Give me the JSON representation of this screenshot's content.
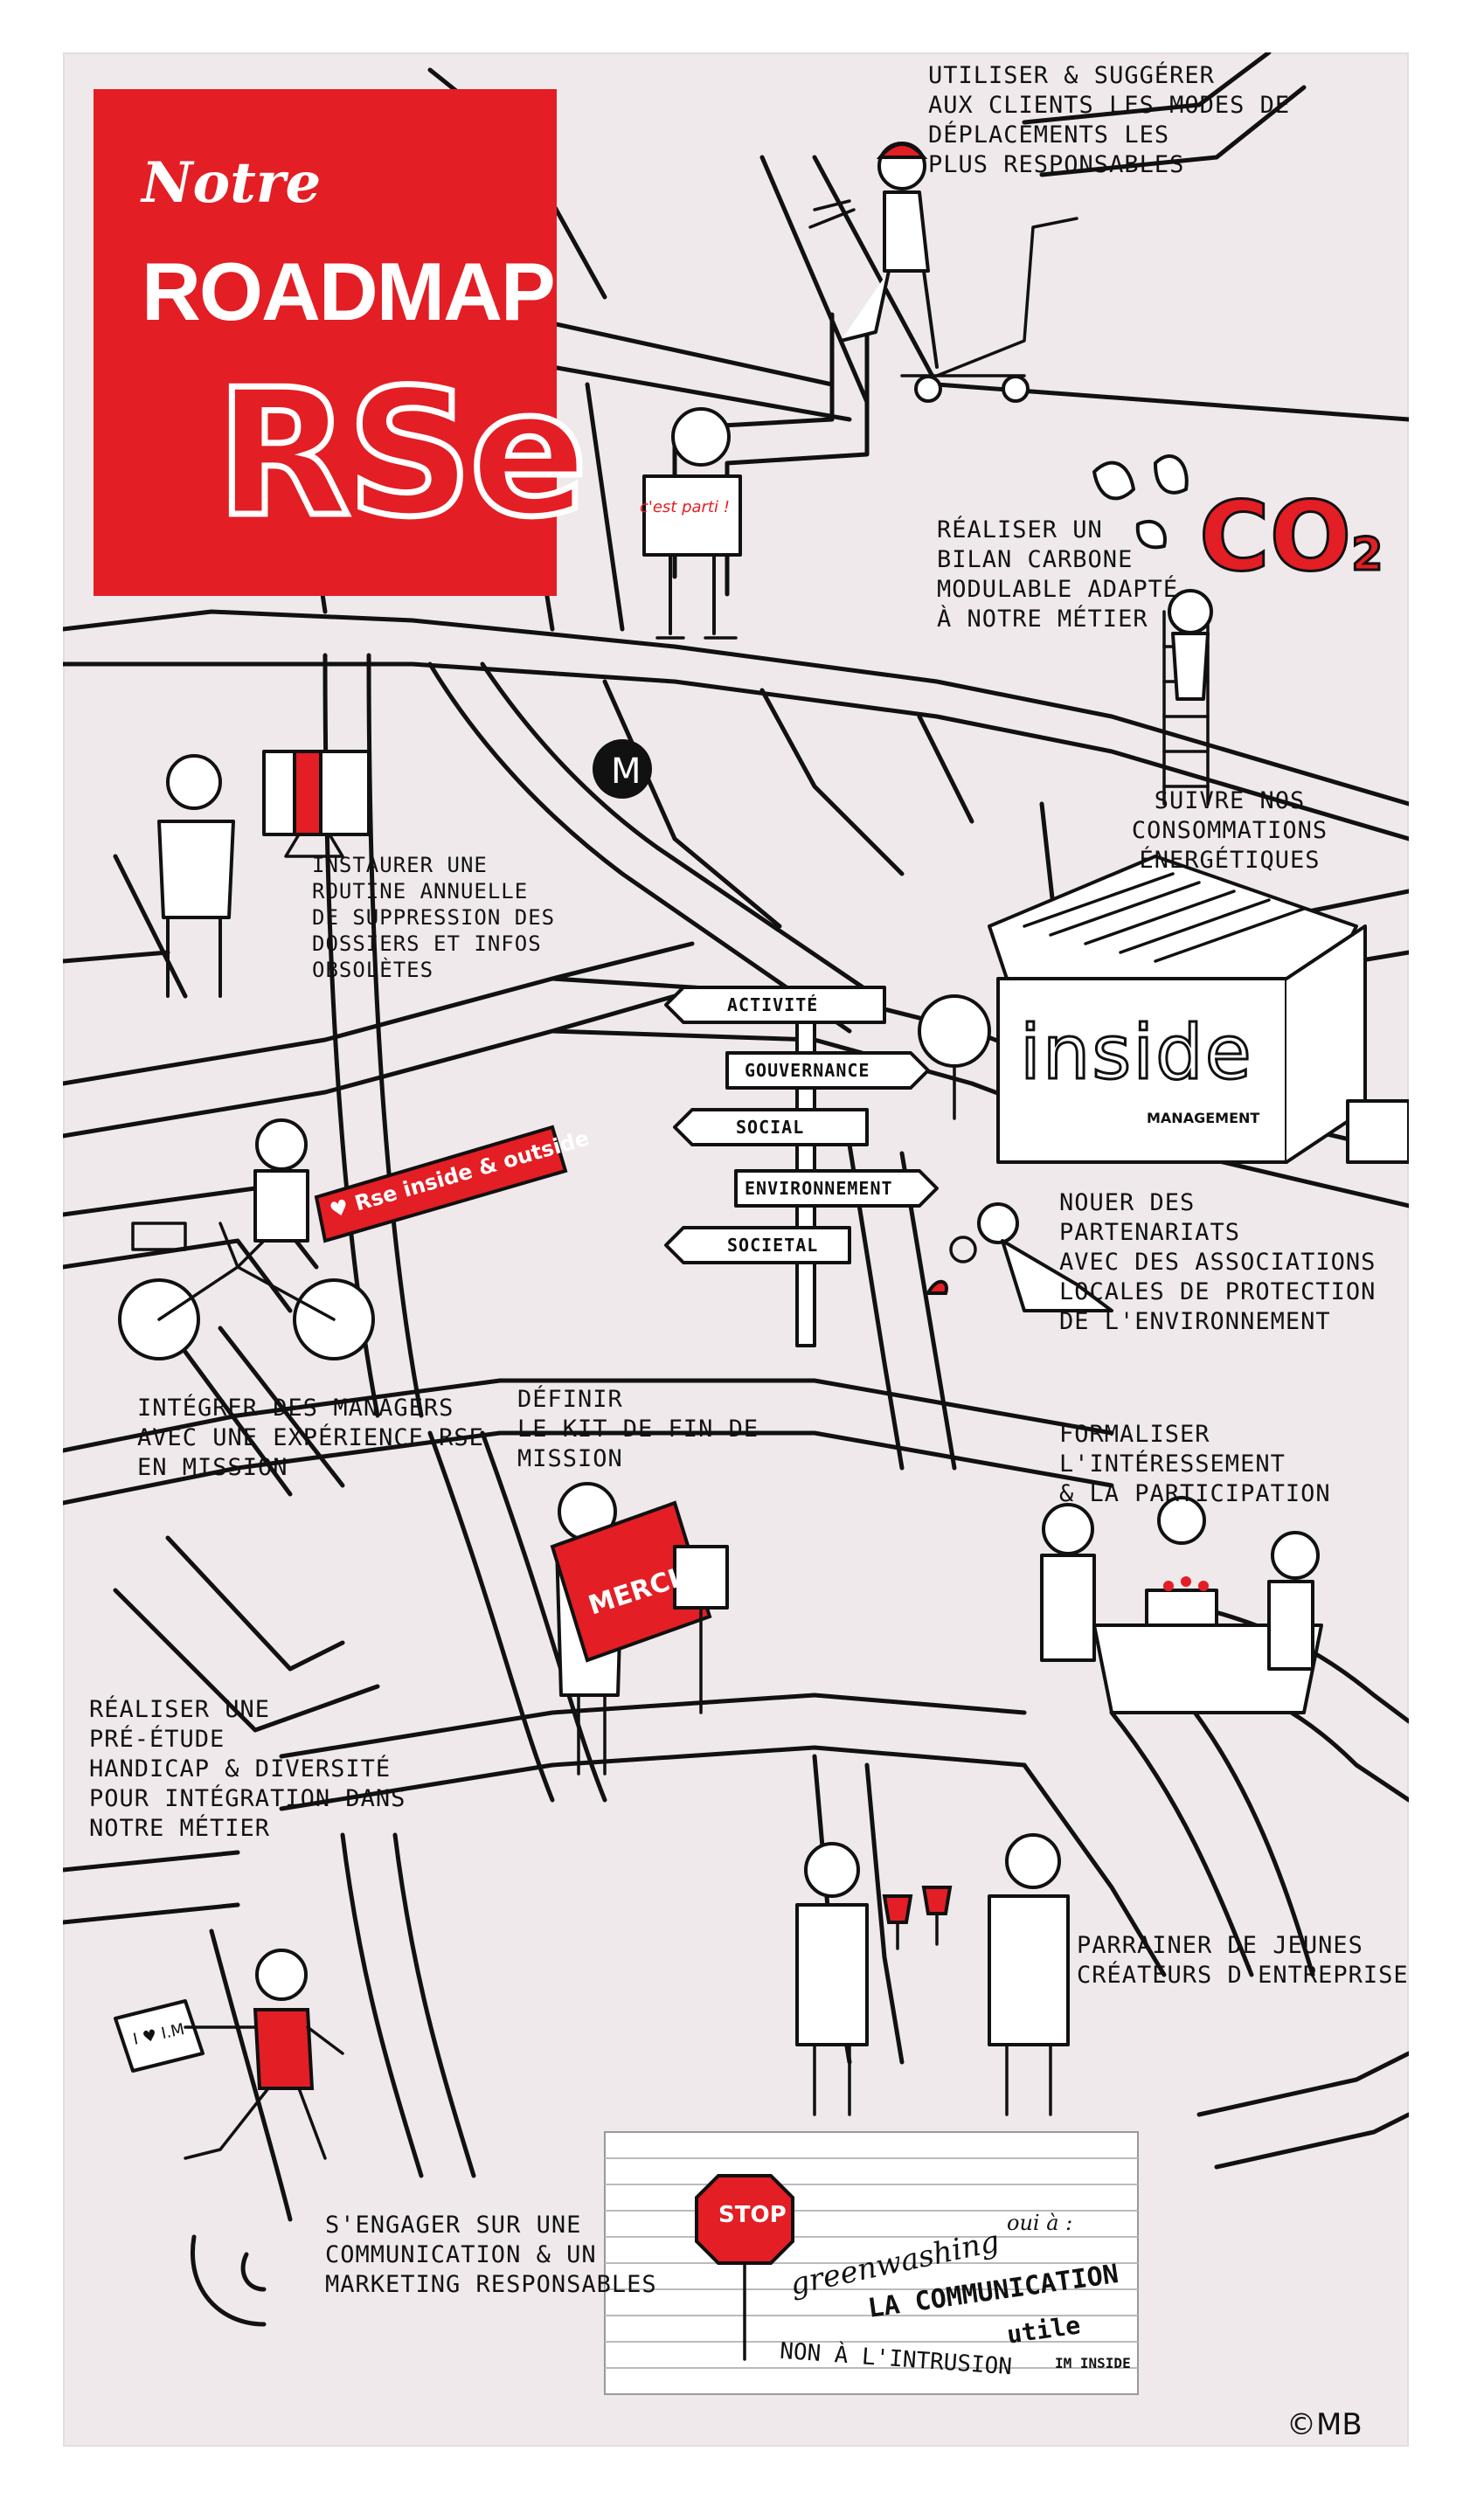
{
  "title": {
    "line1": "Notre",
    "line2": "ROADMAP",
    "line3": "RSe"
  },
  "metro": "M",
  "speech_bubble": "c'est parti !",
  "co2": {
    "text": "CO",
    "sub": "2"
  },
  "notes": {
    "mobility": "UTILISER & SUGGÉRER\nAUX CLIENTS LES MODES DE\nDÉPLACEMENTS LES\nPLUS RESPONSABLES",
    "carbon": "RÉALISER UN\nBILAN CARBONE\nMODULABLE ADAPTÉ\nÀ NOTRE MÉTIER",
    "energy": "SUIVRE NOS CONSOMMATIONS\nÉNERGÉTIQUES",
    "cleanup": "INSTAURER UNE\nROUTINE ANNUELLE\nDE SUPPRESSION DES\nDOSSIERS ET INFOS\nOBSOLÈTES",
    "partners": "NOUER DES\nPARTENARIATS\nAVEC DES ASSOCIATIONS\nLOCALES DE PROTECTION\nDE L'ENVIRONNEMENT",
    "managers": "INTÉGRER DES MANAGERS\nAVEC UNE EXPÉRIENCE RSE\nEN MISSION",
    "kit": "DÉFINIR\nLE KIT DE FIN DE\nMISSION",
    "profit": "FORMALISER L'INTÉRESSEMENT\n& LA PARTICIPATION",
    "handicap": "RÉALISER UNE\nPRÉ-ÉTUDE\nHANDICAP & DIVERSITÉ\nPOUR INTÉGRATION DANS\nNOTRE MÉTIER",
    "sponsor": "PARRAINER DE JEUNES\nCRÉATEURS D'ENTREPRISE",
    "communication": "S'ENGAGER SUR UNE\nCOMMUNICATION & UN\nMARKETING RESPONSABLES"
  },
  "signpost": [
    "ACTIVITÉ",
    "GOUVERNANCE",
    "SOCIAL",
    "ENVIRONNEMENT",
    "SOCIETAL"
  ],
  "banner": "♥ Rse inside & outside",
  "house": {
    "brand": "inside",
    "sub": "MANAGEMENT"
  },
  "envelope": "MERCI",
  "case_text": "I ♥ I.M",
  "wall": {
    "stop": "STOP",
    "graffiti1": "greenwashing",
    "graffiti2": "oui à :",
    "graffiti3": "LA COMMUNICATION",
    "graffiti4": "utile",
    "graffiti5": "NON À L'INTRUSION",
    "tag": "IM INSIDE"
  },
  "copyright": "©MB"
}
